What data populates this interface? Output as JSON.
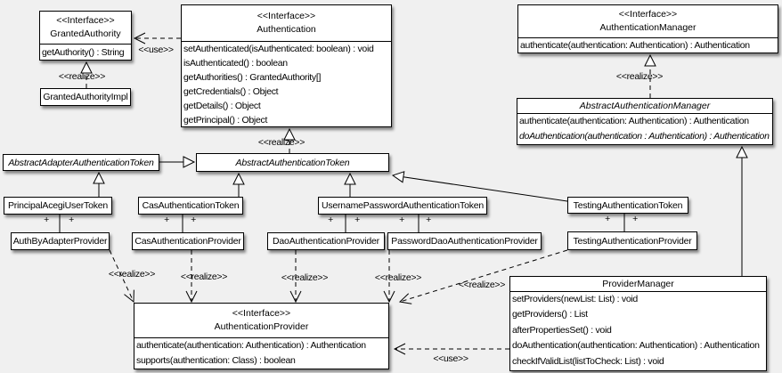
{
  "classes": {
    "granted_authority": {
      "stereotype": "<<Interface>>",
      "name": "GrantedAuthority",
      "methods": [
        "getAuthority() : String"
      ]
    },
    "granted_authority_impl": {
      "name": "GrantedAuthorityImpl"
    },
    "authentication": {
      "stereotype": "<<Interface>>",
      "name": "Authentication",
      "methods": [
        "setAuthenticated(isAuthenticated: boolean) : void",
        "isAuthenticated() : boolean",
        "getAuthorities() : GrantedAuthority[]",
        "getCredentials() : Object",
        "getDetails() : Object",
        "getPrincipal() : Object"
      ]
    },
    "authentication_manager": {
      "stereotype": "<<Interface>>",
      "name": "AuthenticationManager",
      "methods": [
        "authenticate(authentication: Authentication) : Authentication"
      ]
    },
    "abstract_authentication_manager": {
      "name": "AbstractAuthenticationManager",
      "methods": [
        "authenticate(authentication: Authentication) : Authentication",
        "doAuthentication(authentication : Authentication) : Authentication"
      ]
    },
    "abstract_adapter_authentication_token": {
      "name": "AbstractAdapterAuthenticationToken"
    },
    "abstract_authentication_token": {
      "name": "AbstractAuthenticationToken"
    },
    "principal_acegi_user_token": {
      "name": "PrincipalAcegiUserToken"
    },
    "cas_authentication_token": {
      "name": "CasAuthenticationToken"
    },
    "username_password_authentication_token": {
      "name": "UsernamePasswordAuthenticationToken"
    },
    "testing_authentication_token": {
      "name": "TestingAuthenticationToken"
    },
    "auth_by_adapter_provider": {
      "name": "AuthByAdapterProvider"
    },
    "cas_authentication_provider": {
      "name": "CasAuthenticationProvider"
    },
    "dao_authentication_provider": {
      "name": "DaoAuthenticationProvider"
    },
    "password_dao_authentication_provider": {
      "name": "PasswordDaoAuthenticationProvider"
    },
    "testing_authentication_provider": {
      "name": "TestingAuthenticationProvider"
    },
    "authentication_provider": {
      "stereotype": "<<Interface>>",
      "name": "AuthenticationProvider",
      "methods": [
        "authenticate(authentication: Authentication) : Authentication",
        "supports(authentication: Class) : boolean"
      ]
    },
    "provider_manager": {
      "name": "ProviderManager",
      "methods": [
        "setProviders(newList: List) : void",
        "getProviders() : List",
        "afterPropertiesSet() : void",
        "doAuthentication(authentication: Authentication) : Authentication",
        "checkIfValidList(listToCheck: List) : void"
      ]
    }
  },
  "labels": {
    "use": "<<use>>",
    "realize": "<<realize>>",
    "plus": "+"
  },
  "colors": {
    "background": "#f0f0f0",
    "box_fill": "#ffffff",
    "line": "#000000"
  }
}
